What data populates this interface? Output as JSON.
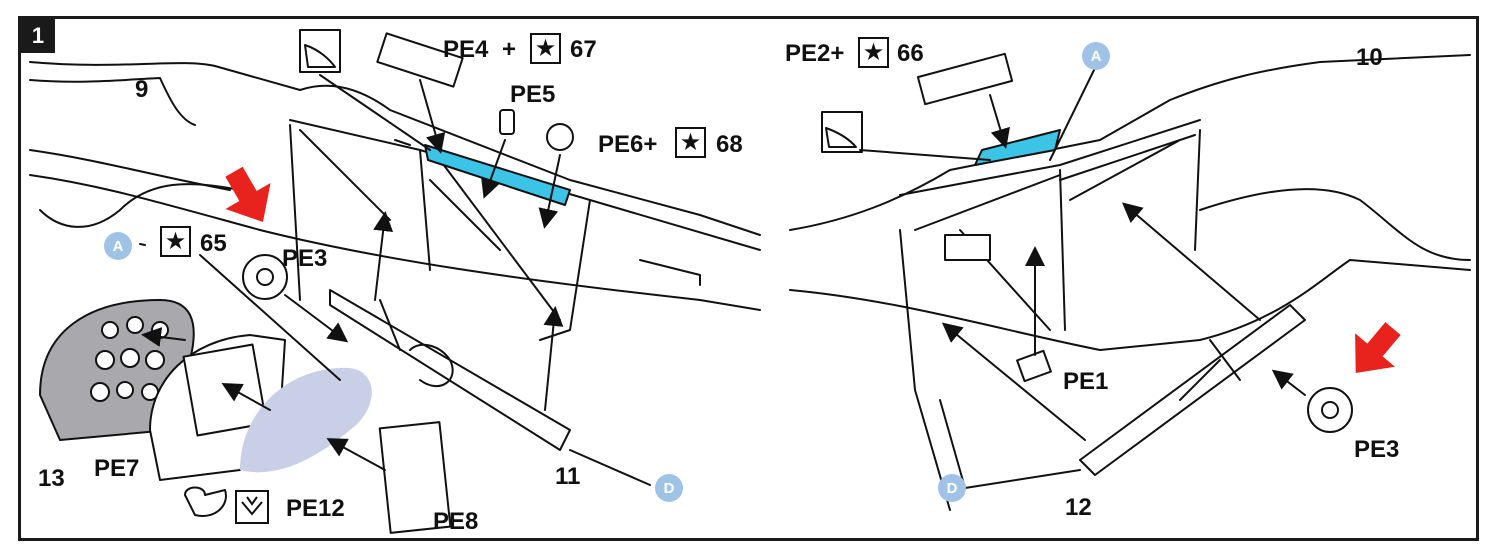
{
  "step": {
    "number": "1"
  },
  "left_view": {
    "part_labels": {
      "p9": "9",
      "p11": "11",
      "p13": "13"
    },
    "pe_labels": {
      "pe4": "PE4",
      "pe4_plus": "+",
      "pe4_decal": "67",
      "pe5": "PE5",
      "pe6": "PE6+",
      "pe6_decal": "68",
      "pe3": "PE3",
      "decal65": "65",
      "pe7": "PE7",
      "pe12": "PE12",
      "pe8": "PE8"
    },
    "color_refs": {
      "a": "A",
      "d": "D"
    }
  },
  "right_view": {
    "part_labels": {
      "p10": "10",
      "p12": "12"
    },
    "pe_labels": {
      "pe2": "PE2+",
      "pe2_decal": "66",
      "pe1": "PE1",
      "pe3": "PE3"
    },
    "color_refs": {
      "a": "A",
      "d": "D"
    }
  },
  "symbols": {
    "star": "★"
  },
  "colors": {
    "highlight_blue": "#3cc4e6",
    "arrow_red": "#e8231d",
    "color_ref_circle": "#9ec3e6",
    "panel_gray": "#a9a9ad",
    "fabric_blue": "#c9cfe6"
  }
}
